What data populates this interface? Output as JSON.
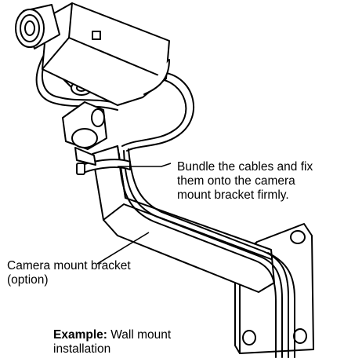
{
  "annotations": {
    "bundle_line1": "Bundle the cables and fix",
    "bundle_line2": "them onto the camera",
    "bundle_line3": "mount bracket firmly.",
    "bracket_line1": "Camera mount bracket",
    "bracket_line2": "(option)",
    "example_bold": "Example:",
    "example_rest": " Wall mount",
    "example_line2": "installation"
  },
  "colors": {
    "line": "#000000",
    "fill": "#ffffff"
  }
}
